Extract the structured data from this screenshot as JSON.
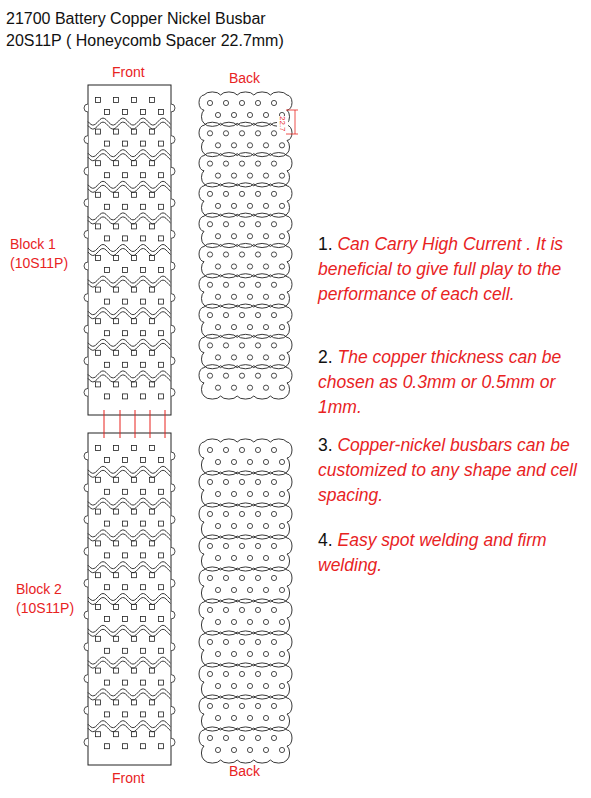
{
  "diagram": {
    "title": "21700 Battery Copper Nickel Busbar 20S11P ( Honeycomb Spacer 22.7mm)",
    "labels": [
      "Front",
      "Back",
      "22.7",
      "Block 1 (10S11P)",
      "Block 2 (10S11P)",
      "Front",
      "Back",
      "1.",
      "Can Carry High Current . It is beneficial to give full play to the performance of each cell.",
      "2.",
      "The copper thickness can be chosen as 0.3mm or 0.5mm or 1mm.",
      "3.",
      "Copper-nickel busbars can be customized to any shape and cell spacing.",
      "4.",
      "Easy spot welding and firm welding."
    ]
  }
}
